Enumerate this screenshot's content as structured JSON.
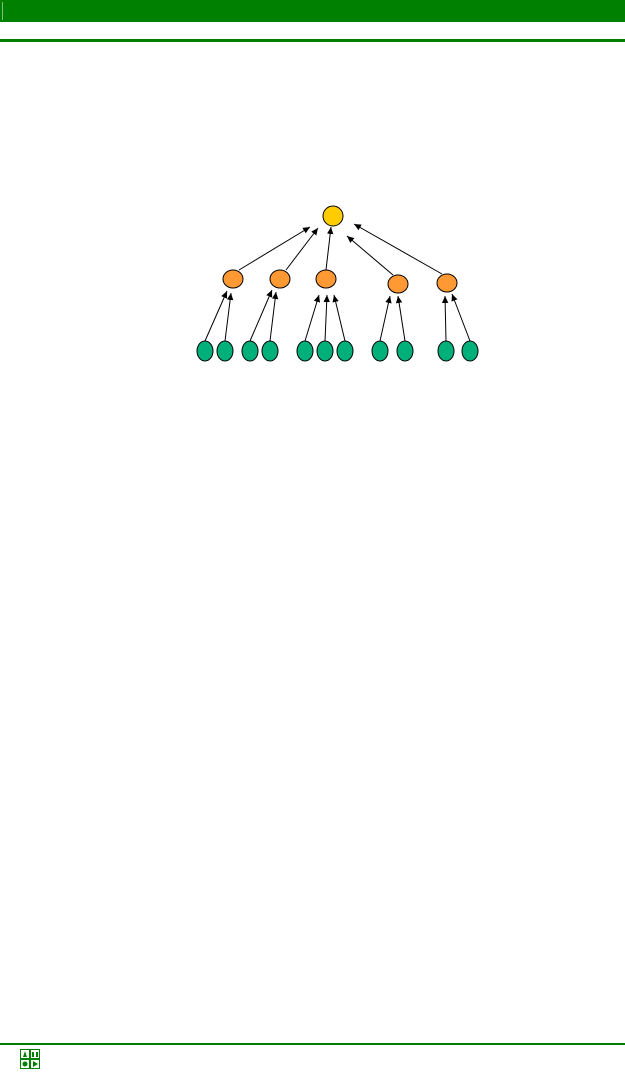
{
  "colors": {
    "frame_green": "#008000",
    "root_fill": "#FFCC00",
    "mid_fill": "#FF9933",
    "leaf_fill": "#00B07A",
    "stroke": "#000000"
  },
  "tree": {
    "root": {
      "name": "root-node"
    },
    "children": [
      {
        "name": "mid-node-1",
        "leaves": 2
      },
      {
        "name": "mid-node-2",
        "leaves": 2
      },
      {
        "name": "mid-node-3",
        "leaves": 3
      },
      {
        "name": "mid-node-4",
        "leaves": 2
      },
      {
        "name": "mid-node-5",
        "leaves": 2
      }
    ]
  },
  "icons": {
    "footer_logo": "faculty-logo-icon"
  }
}
